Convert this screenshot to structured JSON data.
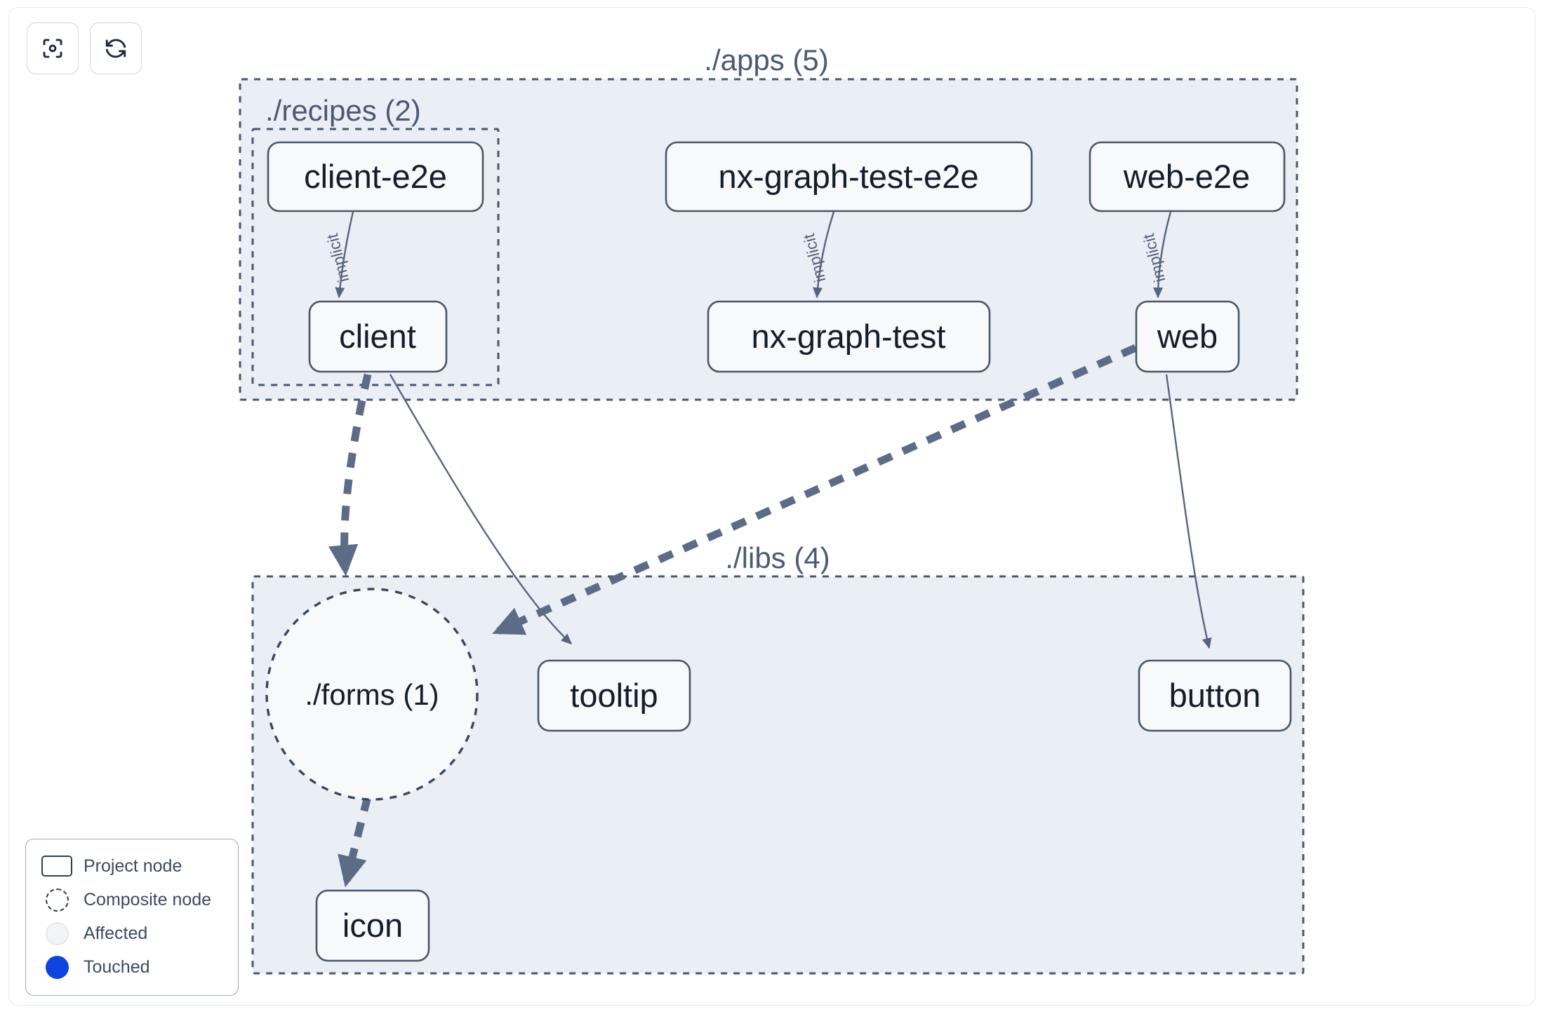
{
  "toolbar": {
    "buttons": [
      {
        "name": "focus-graph-button",
        "icon": "focus-target-icon",
        "label": ""
      },
      {
        "name": "refresh-graph-button",
        "icon": "refresh-sync-icon",
        "label": ""
      }
    ]
  },
  "graph": {
    "groups": [
      {
        "id": "apps",
        "label": "./apps (5)",
        "label_align": "center"
      },
      {
        "id": "recipes",
        "label": "./recipes (2)",
        "label_align": "left"
      },
      {
        "id": "libs",
        "label": "./libs (4)",
        "label_align": "center"
      }
    ],
    "nodes": [
      {
        "id": "client-e2e",
        "label": "client-e2e",
        "type": "project",
        "group": "recipes"
      },
      {
        "id": "client",
        "label": "client",
        "type": "project",
        "group": "recipes"
      },
      {
        "id": "nx-graph-test-e2e",
        "label": "nx-graph-test-e2e",
        "type": "project",
        "group": "apps"
      },
      {
        "id": "nx-graph-test",
        "label": "nx-graph-test",
        "type": "project",
        "group": "apps"
      },
      {
        "id": "web-e2e",
        "label": "web-e2e",
        "type": "project",
        "group": "apps"
      },
      {
        "id": "web",
        "label": "web",
        "type": "project",
        "group": "apps"
      },
      {
        "id": "forms",
        "label": "./forms (1)",
        "type": "composite",
        "group": "libs"
      },
      {
        "id": "tooltip",
        "label": "tooltip",
        "type": "project",
        "group": "libs"
      },
      {
        "id": "button",
        "label": "button",
        "type": "project",
        "group": "libs"
      },
      {
        "id": "icon",
        "label": "icon",
        "type": "project",
        "group": "libs"
      }
    ],
    "edges": [
      {
        "from": "client-e2e",
        "to": "client",
        "label": "implicit",
        "style": "thin"
      },
      {
        "from": "nx-graph-test-e2e",
        "to": "nx-graph-test",
        "label": "implicit",
        "style": "thin"
      },
      {
        "from": "web-e2e",
        "to": "web",
        "label": "implicit",
        "style": "thin"
      },
      {
        "from": "client",
        "to": "forms",
        "label": "",
        "style": "thick"
      },
      {
        "from": "client",
        "to": "tooltip",
        "label": "",
        "style": "thin"
      },
      {
        "from": "web",
        "to": "forms",
        "label": "",
        "style": "thick"
      },
      {
        "from": "web",
        "to": "button",
        "label": "",
        "style": "thin"
      },
      {
        "from": "forms",
        "to": "icon",
        "label": "",
        "style": "thick"
      }
    ],
    "edge_label_default": "implicit"
  },
  "legend": {
    "items": [
      {
        "swatch": "project-node-swatch",
        "label": "Project node"
      },
      {
        "swatch": "composite-node-swatch",
        "label": "Composite node"
      },
      {
        "swatch": "affected-swatch",
        "label": "Affected"
      },
      {
        "swatch": "touched-swatch",
        "label": "Touched"
      }
    ]
  },
  "colors": {
    "group_fill": "#eaeff5",
    "group_stroke": "#49576e",
    "node_fill": "#f7f9fb",
    "node_stroke": "#48566d",
    "edge": "#56657e",
    "touched": "#0c44e0",
    "text": "#141d2b",
    "label_text": "#4a5a73"
  }
}
